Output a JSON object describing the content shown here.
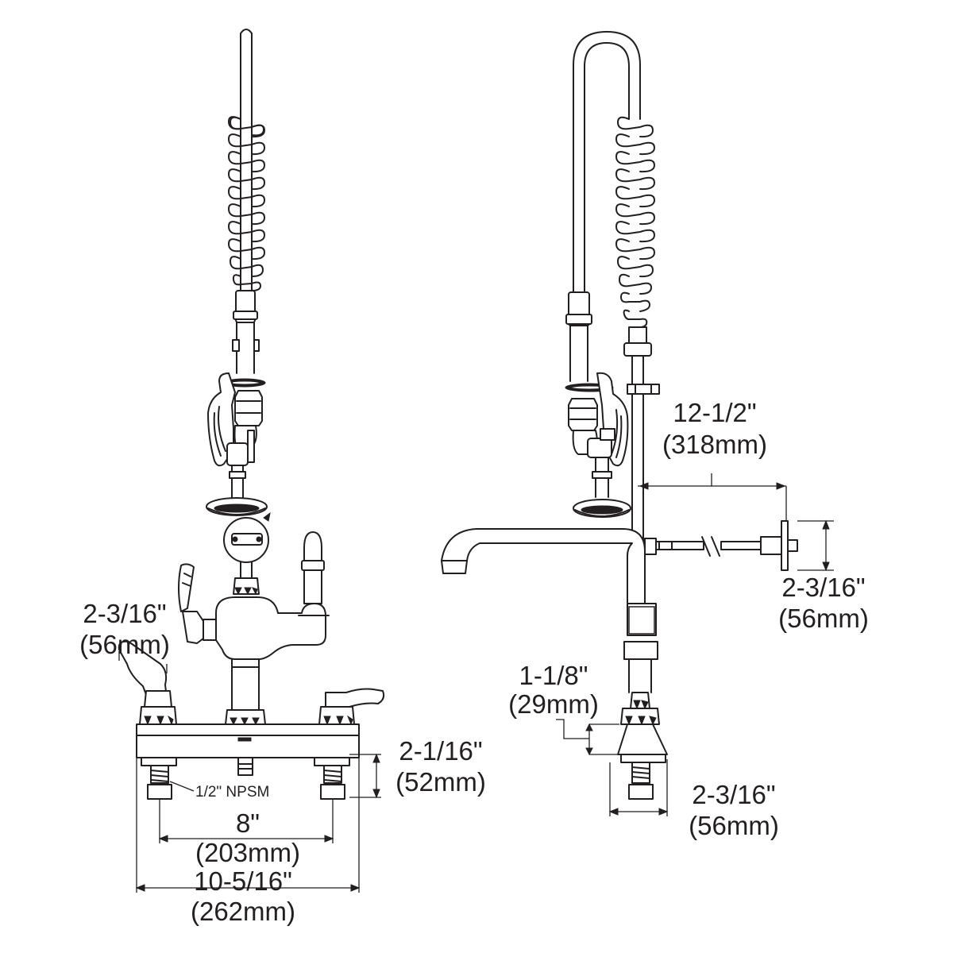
{
  "dimensions": {
    "left_handle_offset": {
      "imperial": "2-3/16\"",
      "metric": "(56mm)"
    },
    "base_height": {
      "imperial": "2-1/16\"",
      "metric": "(52mm)"
    },
    "thread_label": "1/2\" NPSM",
    "inlet_spacing": {
      "imperial": "8\"",
      "metric": "(203mm)"
    },
    "base_width": {
      "imperial": "10-5/16\"",
      "metric": "(262mm)"
    },
    "wall_bracket_offset": {
      "imperial": "12-1/2\"",
      "metric": "(318mm)"
    },
    "wall_flange_height": {
      "imperial": "2-3/16\"",
      "metric": "(56mm)"
    },
    "side_base_height": {
      "imperial": "1-1/8\"",
      "metric": "(29mm)"
    },
    "side_base_depth": {
      "imperial": "2-3/16\"",
      "metric": "(56mm)"
    }
  }
}
